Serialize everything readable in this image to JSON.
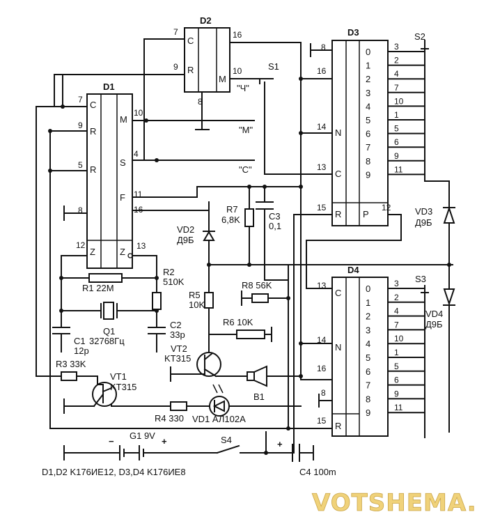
{
  "chips": {
    "d1": {
      "ref": "D1",
      "left_pins": [
        "7",
        "9",
        "5",
        "8",
        "12"
      ],
      "left_labels": [
        "C",
        "R",
        "R",
        "",
        "Z"
      ],
      "right_pins": [
        "10",
        "4",
        "11",
        "16",
        "13"
      ],
      "right_labels": [
        "M",
        "S",
        "F",
        "",
        "Z"
      ]
    },
    "d2": {
      "ref": "D2",
      "left_pins": [
        "7",
        "9"
      ],
      "left_labels": [
        "C",
        "R"
      ],
      "right_pins": [
        "16",
        "10",
        "8"
      ],
      "right_labels": [
        "M"
      ]
    },
    "d3": {
      "ref": "D3",
      "left_pins": [
        "8",
        "16",
        "14",
        "13",
        "15"
      ],
      "left_labels": [
        "N",
        "C",
        "R"
      ],
      "p_label": "P",
      "p_pin": "12",
      "out_idx": [
        "0",
        "1",
        "2",
        "3",
        "4",
        "5",
        "6",
        "7",
        "8",
        "9"
      ],
      "out_pins": [
        "3",
        "2",
        "4",
        "7",
        "10",
        "1",
        "5",
        "6",
        "9",
        "11"
      ]
    },
    "d4": {
      "ref": "D4",
      "left_pins": [
        "13",
        "14",
        "16",
        "8",
        "15"
      ],
      "left_labels": [
        "C",
        "N",
        "R"
      ],
      "out_idx": [
        "0",
        "1",
        "2",
        "3",
        "4",
        "5",
        "6",
        "7",
        "8",
        "9"
      ],
      "out_pins": [
        "3",
        "2",
        "4",
        "7",
        "10",
        "1",
        "5",
        "6",
        "9",
        "11"
      ]
    }
  },
  "signals": {
    "h": "\"Ч\"",
    "m": "\"M\"",
    "s": "\"C\""
  },
  "switches": {
    "s1": "S1",
    "s2": "S2",
    "s3": "S3",
    "s4": "S4"
  },
  "parts": {
    "r1": "R1 22M",
    "r2": "R2",
    "r2v": "510K",
    "r3": "R3 33K",
    "r4": "R4 330",
    "r5": "R5",
    "r5v": "10K",
    "r6": "R6 10K",
    "r7": "R7",
    "r7v": "6,8K",
    "r8": "R8 56K",
    "c1": "C1",
    "c1v": "12p",
    "c2": "C2",
    "c2v": "33p",
    "c3": "C3",
    "c3v": "0,1",
    "c4": "C4 100m",
    "q1": "Q1",
    "q1v": "32768Гц",
    "vt1": "VT1",
    "vt1v": "KT315",
    "vt2": "VT2",
    "vt2v": "KT315",
    "vd1": "VD1 АЛ102А",
    "vd2": "VD2",
    "vd2v": "Д9Б",
    "vd3": "VD3",
    "vd3v": "Д9Б",
    "vd4": "VD4",
    "vd4v": "Д9Б",
    "b1": "B1",
    "g1": "G1 9V",
    "minus": "−",
    "plus": "+"
  },
  "caption": "D1,D2 K176ИЕ12, D3,D4 K176ИЕ8",
  "watermark": "VOTSHEMA.RU"
}
